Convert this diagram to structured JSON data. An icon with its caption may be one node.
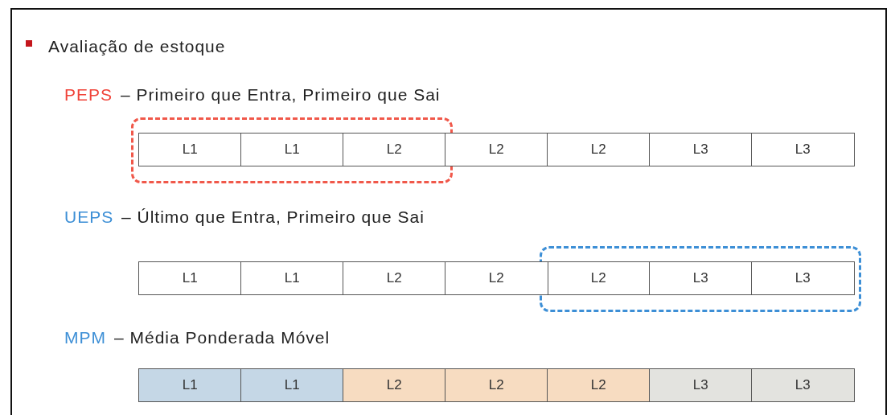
{
  "diagram": {
    "nodes": [
      {
        "text": [],
        "shape": "box"
      },
      {
        "text": [
          "L1"
        ],
        "in": 0
      },
      {
        "text": [
          "L1"
        ],
        "in": 0
      },
      {
        "text": [
          "L2"
        ],
        "in": 0
      },
      {
        "text": [
          "L2"
        ]
      },
      {
        "text": [
          "L2"
        ]
      },
      {
        "text": [
          "L3"
        ]
      },
      {
        "text": [
          "L3"
        ]
      },
      {
        "text": [
          "L1"
        ]
      },
      {
        "text": [
          "L1"
        ]
      },
      {
        "text": [
          "L2"
        ]
      },
      {
        "text": [
          "L2"
        ]
      },
      {
        "text": [],
        "shape": "box"
      },
      {
        "text": [
          "L2"
        ],
        "in": 12
      },
      {
        "text": [
          "L3"
        ],
        "in": 12
      },
      {
        "text": [
          "L3"
        ],
        "in": 12
      },
      {
        "text": [
          "L1"
        ]
      },
      {
        "text": [
          "L1"
        ]
      },
      {
        "text": [
          "L2"
        ]
      },
      {
        "text": [
          "L2"
        ]
      },
      {
        "text": [
          "L2"
        ]
      },
      {
        "text": [
          "L3"
        ]
      },
      {
        "text": [
          "L3"
        ]
      }
    ],
    "labels": [
      "Avaliação de estoque",
      "PEPS",
      "– Primeiro que Entra, Primeiro que Sai",
      "UEPS",
      "– Último que Entra, Primeiro que Sai",
      "MPM",
      "– Média Ponderada Móvel"
    ]
  }
}
